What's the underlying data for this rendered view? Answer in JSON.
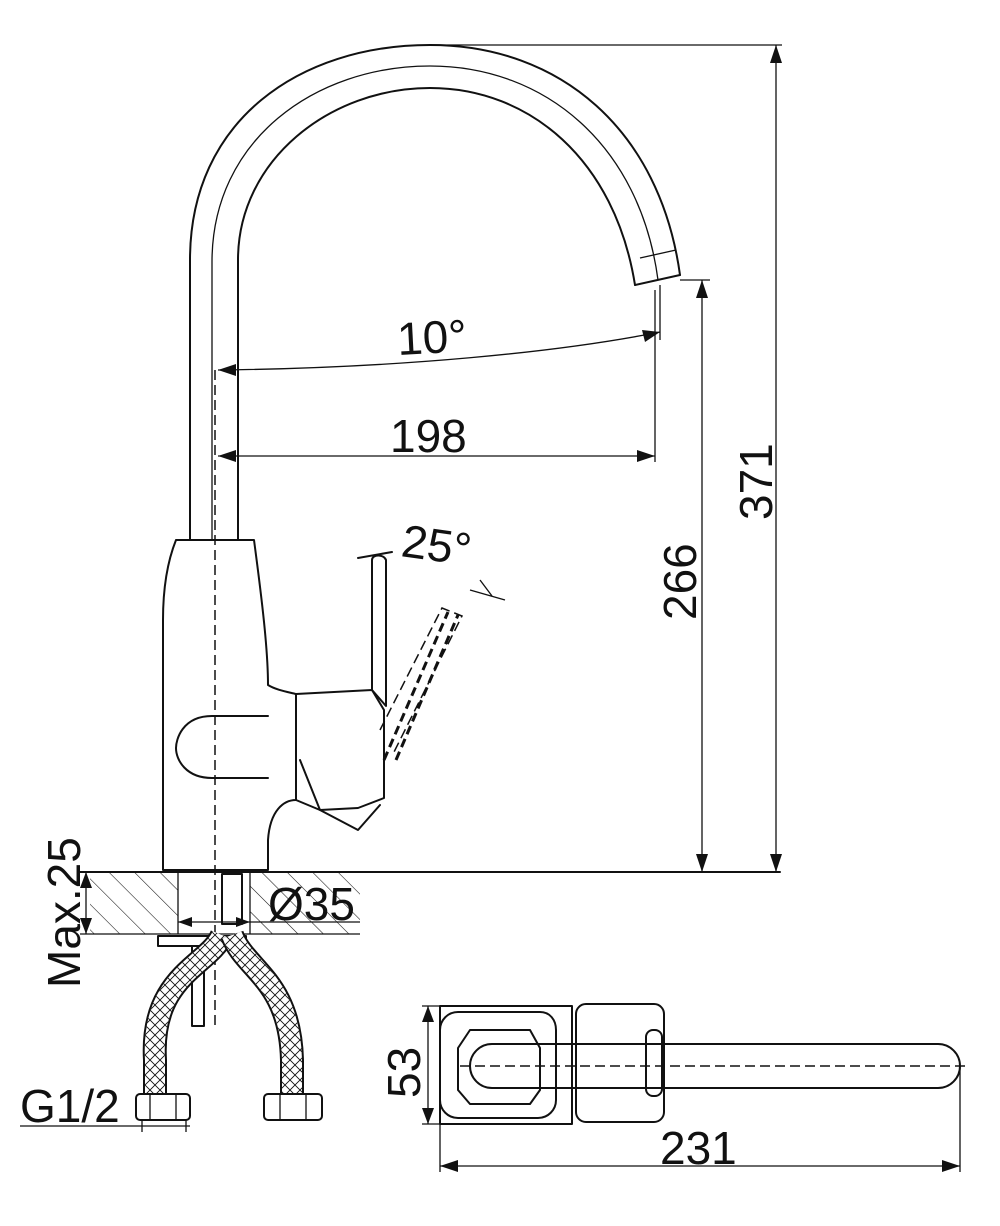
{
  "drawing": {
    "dimensions": {
      "angle_swivel": "10°",
      "reach": "198",
      "lever_angle": "25°",
      "spout_height": "266",
      "total_height": "371",
      "max_thickness": "Max.25",
      "hole_diameter": "Ø35",
      "thread": "G1/2",
      "body_width": "53",
      "total_length": "231"
    }
  }
}
